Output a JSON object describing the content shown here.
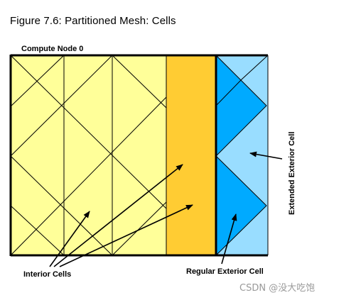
{
  "figure": {
    "title": "Figure 7.6: Partitioned Mesh: Cells"
  },
  "node_label": "Compute Node 0",
  "labels": {
    "interior": "Interior Cells",
    "regular_exterior": "Regular Exterior Cell",
    "extended_exterior": "Extended Exterior Cell"
  },
  "watermark": "CSDN @没大吃饱",
  "colors": {
    "interior_fill": "#FFFF99",
    "regular_exterior_fill": "#FFCC33",
    "extended_exterior_light": "#99DDFF",
    "extended_exterior_dark": "#00AAFF",
    "line": "#000000"
  }
}
